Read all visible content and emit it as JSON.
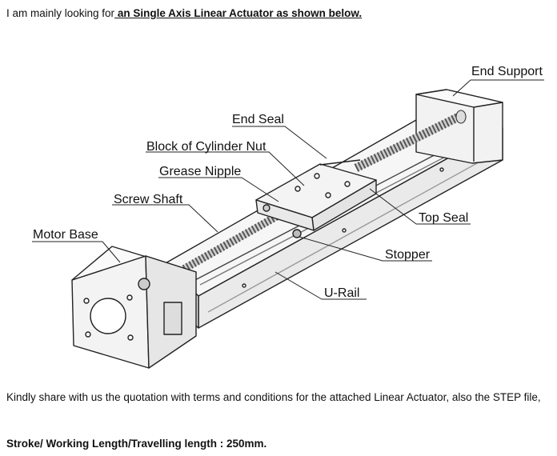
{
  "intro": {
    "prefix": "I am mainly looking for",
    "emphasis": " an Single Axis Linear Actuator as shown below."
  },
  "figure": {
    "labels": {
      "end_support": "End Support",
      "end_seal": "End Seal",
      "block_of_cylinder_nut": "Block of Cylinder Nut",
      "grease_nipple": "Grease Nipple",
      "screw_shaft": "Screw Shaft",
      "top_seal": "Top Seal",
      "motor_base": "Motor Base",
      "stopper": "Stopper",
      "u_rail": "U-Rail"
    }
  },
  "share_text": "Kindly share with us the quotation with terms and conditions for the attached Linear Actuator, also the STEP file,",
  "stroke_text": "Stroke/ Working Length/Travelling length  : 250mm."
}
